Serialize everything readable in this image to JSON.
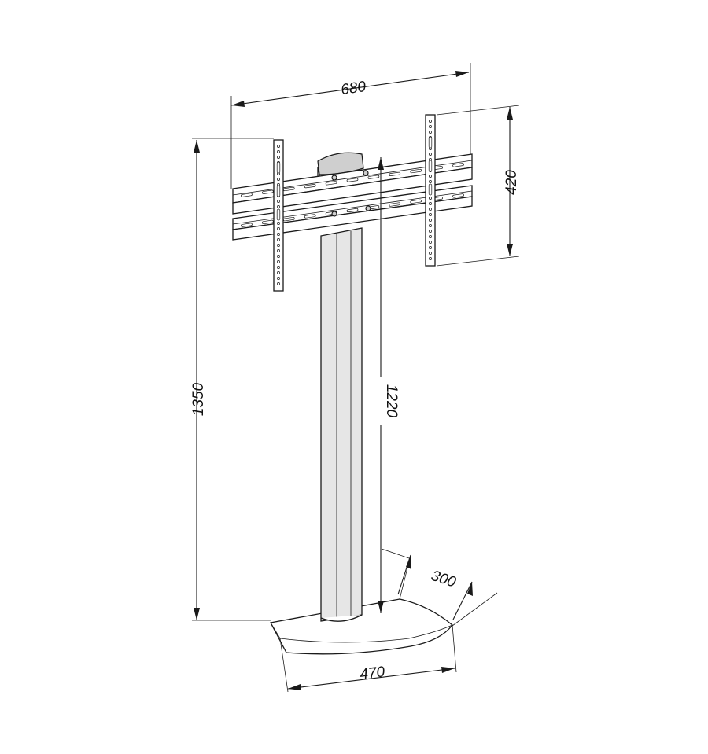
{
  "diagram": {
    "dimensions": {
      "width_top": "680",
      "bracket_height": "420",
      "overall_height": "1350",
      "column_height": "1220",
      "base_depth": "300",
      "base_width": "470"
    }
  }
}
